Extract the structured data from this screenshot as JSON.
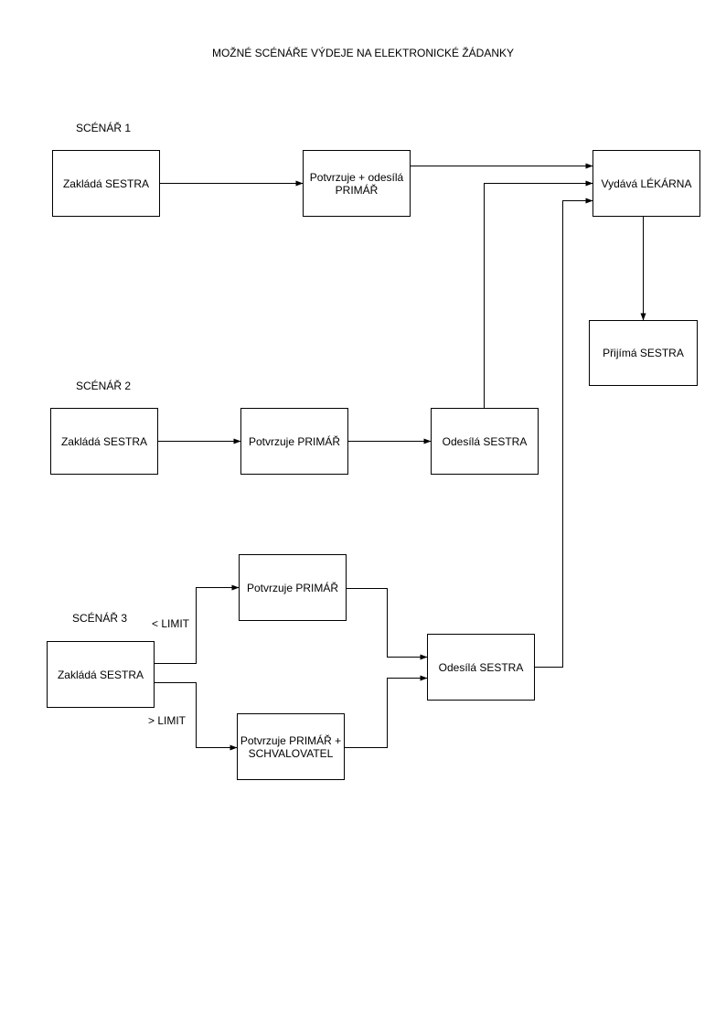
{
  "title": "MOŽNÉ SCÉNÁŘE VÝDEJE NA ELEKTRONICKÉ ŽÁDANKY",
  "scenarios": {
    "s1": "SCÉNÁŘ 1",
    "s2": "SCÉNÁŘ 2",
    "s3": "SCÉNÁŘ 3"
  },
  "nodes": {
    "s1_creates": "Zakládá SESTRA",
    "s1_confirms": "Potvrzuje + odesílá PRIMÁŘ",
    "pharmacy": "Vydává LÉKÁRNA",
    "receives": "Přijímá SESTRA",
    "s2_creates": "Zakládá SESTRA",
    "s2_confirms": "Potvrzuje PRIMÁŘ",
    "s2_sends": "Odesílá SESTRA",
    "s3_creates": "Zakládá SESTRA",
    "s3_confirms_low": "Potvrzuje PRIMÁŘ",
    "s3_confirms_high": "Potvrzuje PRIMÁŘ + SCHVALOVATEL",
    "s3_sends": "Odesílá SESTRA"
  },
  "edge_labels": {
    "below_limit": "< LIMIT",
    "above_limit": "> LIMIT"
  }
}
